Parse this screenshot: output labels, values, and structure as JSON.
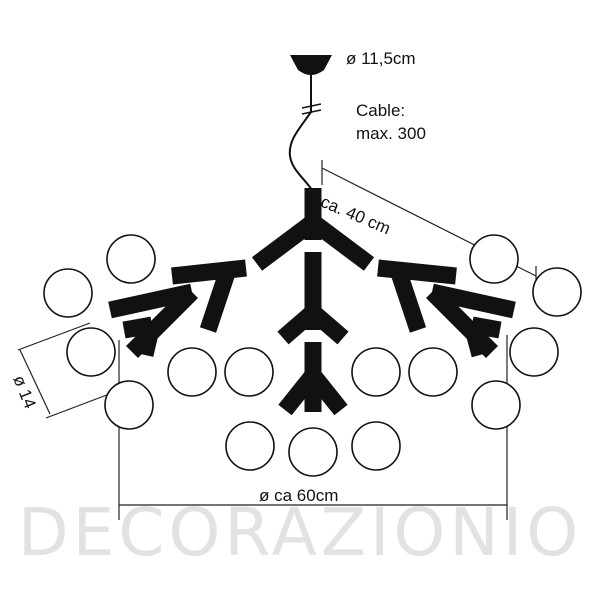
{
  "labels": {
    "canopy_diameter": "ø 11,5cm",
    "cable_title": "Cable:",
    "cable_value": "max. 300",
    "arm_length": "ca. 40 cm",
    "sphere_diameter": "ø 14",
    "overall_width": "ø ca 60cm"
  },
  "watermark": "DECORAZIONIO",
  "colors": {
    "fixture": "#111111",
    "lines": "#222222",
    "background": "#ffffff"
  }
}
